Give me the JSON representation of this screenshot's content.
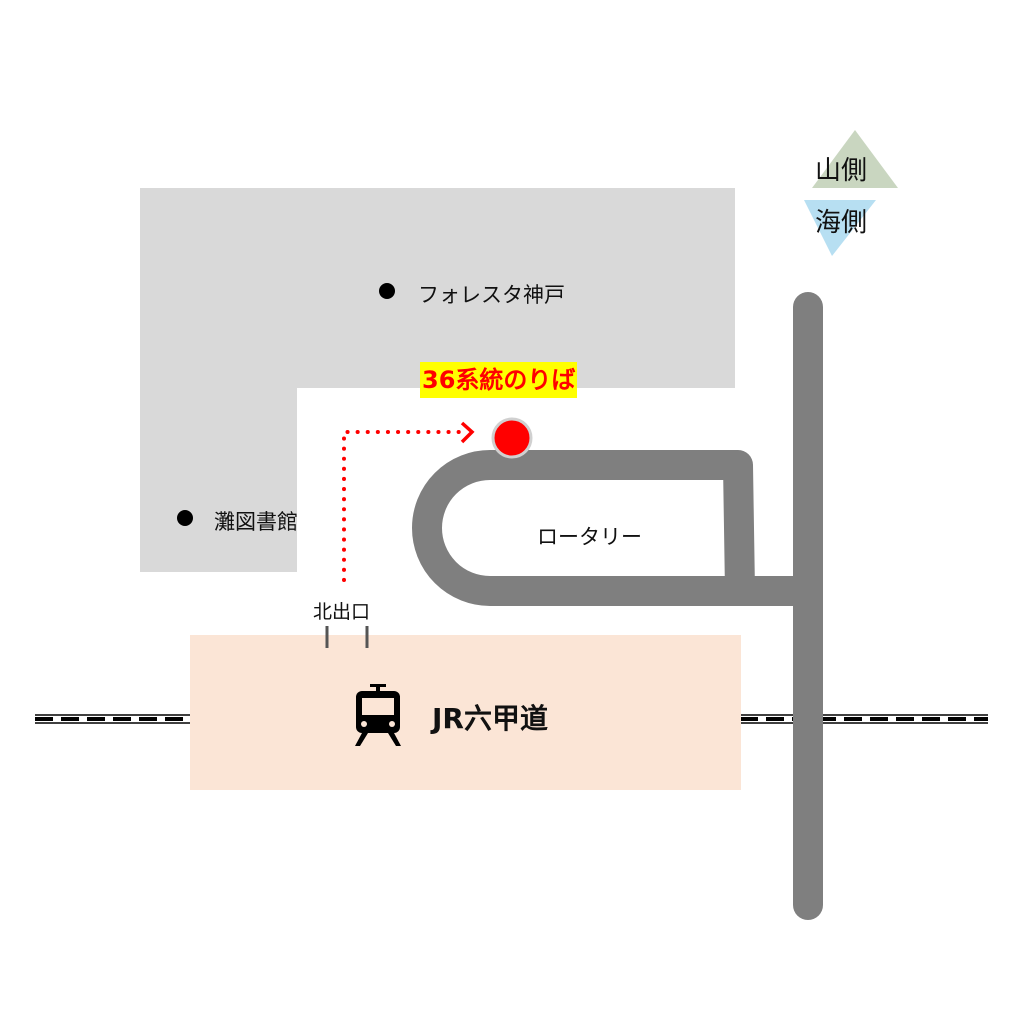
{
  "orientation": {
    "mountain_side": "山側",
    "sea_side": "海側",
    "mountain_color": "#c9d6c0",
    "sea_color": "#b7dff2"
  },
  "landmarks": [
    {
      "label": "フォレスタ神戸"
    },
    {
      "label": "灘図書館"
    }
  ],
  "bus_stop": {
    "label": "36系統のりば",
    "label_color": "#ff0000",
    "highlight_color": "#ffff00",
    "marker_color": "#ff0000"
  },
  "rotary": {
    "label": "ロータリー",
    "road_color": "#7f7f7f"
  },
  "exit": {
    "label": "北出口"
  },
  "station": {
    "label": "JR六甲道",
    "icon": "train-icon",
    "fill_color": "#fbe5d6"
  },
  "building_color": "#d9d9d9"
}
